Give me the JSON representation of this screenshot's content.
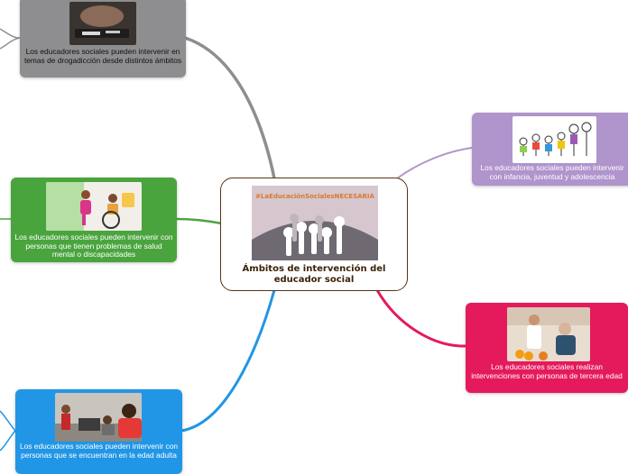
{
  "central": {
    "title": "Ámbitos de intervención del educador social",
    "image_hashtag": "#LaEducaciónSocialesNECESARIA",
    "image_icon": "raised-hands-image"
  },
  "branches": [
    {
      "id": "drogas",
      "label": "Los educadores sociales pueden intervenir en temas de drogadicción desde distintos ámbitos",
      "color": "#8e8e90",
      "image_icon": "drug-paraphernalia-photo"
    },
    {
      "id": "salud-mental",
      "label": "Los educadores sociales pueden intervenir con personas que tienen problemas de salud mental o discapacidades",
      "color": "#4aa43d",
      "image_icon": "wheelchair-illustration"
    },
    {
      "id": "adultos",
      "label": "Los educadores sociales pueden intervenir con personas que se encuentran en la edad adulta",
      "color": "#2196e6",
      "image_icon": "homeless-adults-photo"
    },
    {
      "id": "infancia",
      "label": "Los educadores sociales pueden intervenir con infancia, juventud y adolescencia",
      "color": "#b094cc",
      "image_icon": "children-drawing-illustration"
    },
    {
      "id": "tercera-edad",
      "label": "Los educadores sociales realizan intervenciones con personas de tercera edad",
      "color": "#e41a5c",
      "image_icon": "elderly-care-photo"
    }
  ]
}
